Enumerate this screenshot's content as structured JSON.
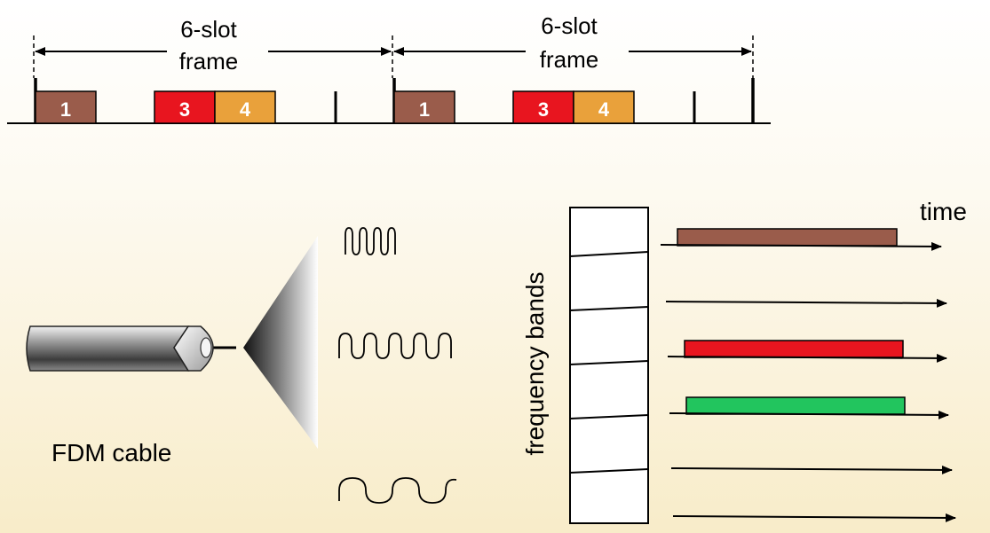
{
  "tdm": {
    "frame_label_line1": "6-slot",
    "frame_label_line2": "frame",
    "frames": [
      {
        "slots": [
          {
            "n": "1",
            "color": "#9a5c4b"
          },
          {
            "n": "3",
            "color": "#e8151f"
          },
          {
            "n": "4",
            "color": "#e9a13b"
          }
        ]
      },
      {
        "slots": [
          {
            "n": "1",
            "color": "#9a5c4b"
          },
          {
            "n": "3",
            "color": "#e8151f"
          },
          {
            "n": "4",
            "color": "#e9a13b"
          }
        ]
      }
    ]
  },
  "fdm": {
    "cable_label": "FDM cable",
    "y_label": "frequency bands",
    "x_label": "time",
    "bands": [
      {
        "color": "#9a5c4b"
      },
      {
        "color": null
      },
      {
        "color": "#e8151f"
      },
      {
        "color": "#22c55e"
      },
      {
        "color": null
      },
      {
        "color": null
      }
    ]
  }
}
